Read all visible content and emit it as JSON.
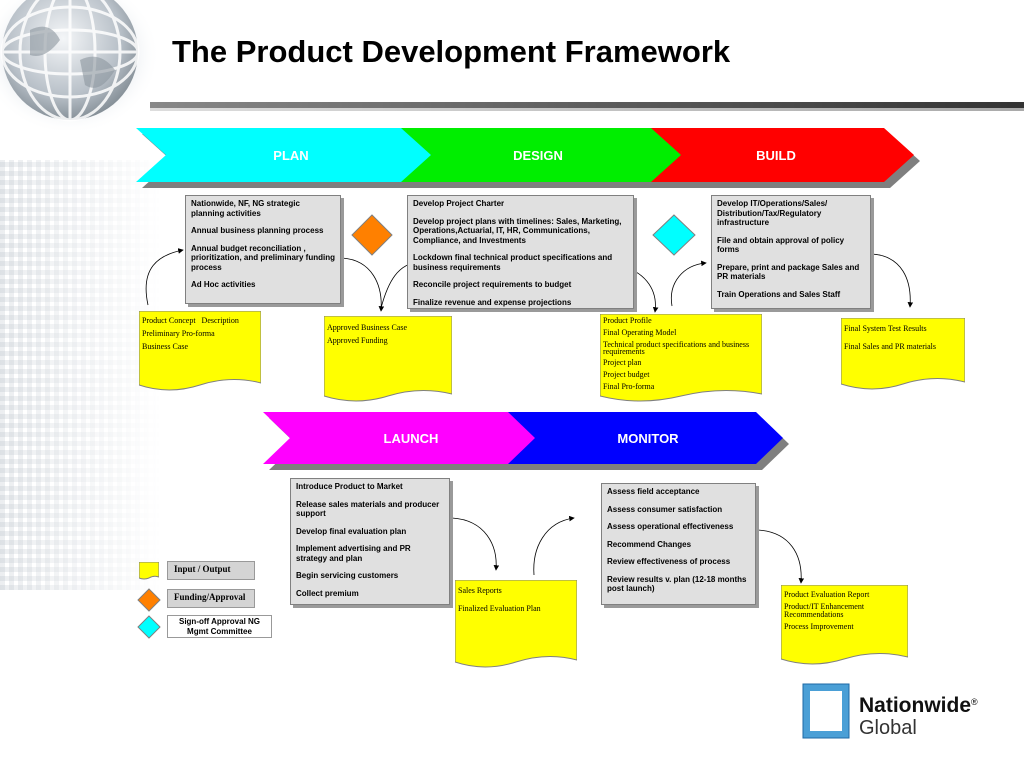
{
  "title": "The Product Development Framework",
  "phases_top": [
    "PLAN",
    "DESIGN",
    "BUILD"
  ],
  "phases_bottom": [
    "LAUNCH",
    "MONITOR"
  ],
  "colors": {
    "plan": "#00ffff",
    "design": "#00ee00",
    "build": "#ff0000",
    "launch": "#ff00ff",
    "monitor": "#0000ff",
    "doc": "#ffff00",
    "funding": "#ff8000",
    "signoff": "#00ffff"
  },
  "activities": {
    "plan": [
      "Nationwide, NF,  NG strategic planning activities",
      "Annual business planning process",
      "Annual budget reconciliation , prioritization, and preliminary funding  process",
      "Ad Hoc activities"
    ],
    "design": [
      "Develop Project Charter",
      "Develop project plans with timelines: Sales, Marketing, Operations,Actuarial, IT, HR, Communications,  Compliance,   and Investments",
      "Lockdown final technical product specifications and business requirements",
      "Reconcile project requirements to budget",
      "Finalize revenue and expense projections"
    ],
    "build": [
      "Develop IT/Operations/Sales/ Distribution/Tax/Regulatory infrastructure",
      "File and obtain approval of policy forms",
      "Prepare, print and package  Sales and PR materials",
      "Train Operations and Sales Staff"
    ],
    "launch": [
      "Introduce Product to Market",
      "Release sales materials and producer support",
      "Develop final evaluation plan",
      "Implement advertising and PR strategy and plan",
      "Begin servicing customers",
      "Collect  premium"
    ],
    "monitor": [
      "Assess field acceptance",
      "Assess consumer satisfaction",
      "Assess operational effectiveness",
      "Recommend Changes",
      "Review effectiveness of process",
      "Review results v. plan (12-18 months post launch)"
    ]
  },
  "outputs": {
    "plan": [
      "Product Concept   Description",
      "Preliminary Pro-forma",
      "Business Case"
    ],
    "approved": [
      "Approved Business Case",
      "Approved Funding"
    ],
    "design": [
      "Product Profile",
      "Final Operating Model",
      "Technical product specifications and business requirements",
      "Project plan",
      "Project budget",
      "Final Pro-forma"
    ],
    "build": [
      "Final System Test Results",
      "Final Sales and PR materials"
    ],
    "launch": [
      "Sales Reports",
      "Finalized Evaluation Plan"
    ],
    "monitor": [
      "Product Evaluation Report",
      "Product/IT Enhancement Recommendations",
      "Process Improvement"
    ]
  },
  "legend": {
    "input_output": "Input / Output",
    "funding": "Funding/Approval",
    "signoff": "Sign-off Approval NG Mgmt Committee"
  },
  "logo": {
    "name": "Nationwide",
    "mark": "®",
    "sub": "Global"
  }
}
